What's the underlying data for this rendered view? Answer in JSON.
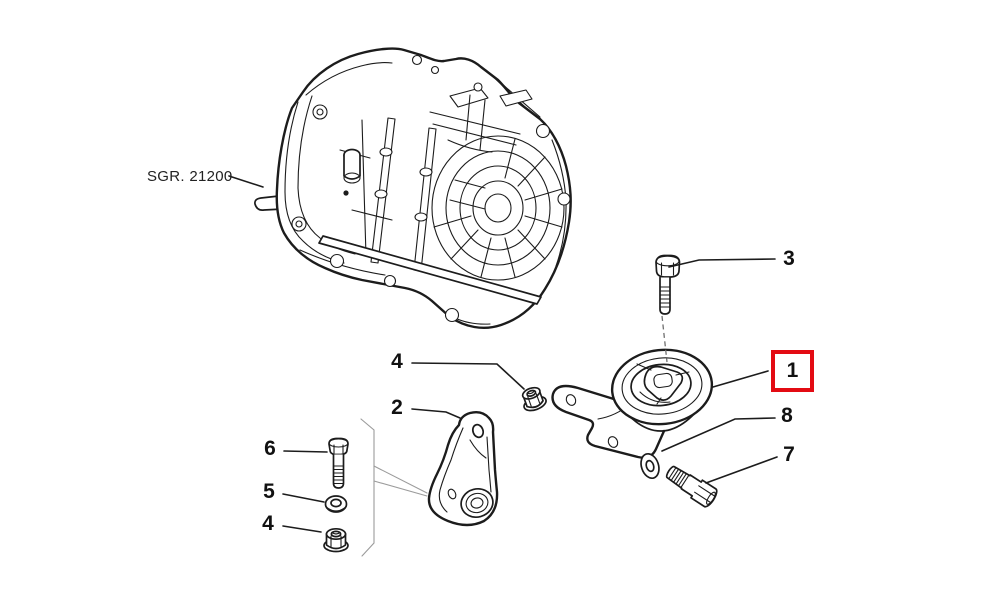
{
  "page": {
    "background": "#ffffff"
  },
  "diagram": {
    "group_label": "SGR. 21200",
    "line_color": "#1c1c1c",
    "guide_line_color": "#9b9b9b",
    "highlight_color": "#e30b13",
    "number_color": "#111111"
  },
  "callouts": {
    "c1": {
      "number": "1",
      "part": "engine-mount",
      "highlighted": true
    },
    "c2": {
      "number": "2",
      "part": "support-bracket",
      "highlighted": false
    },
    "c3": {
      "number": "3",
      "part": "hex-flange-bolt",
      "highlighted": false
    },
    "c4a": {
      "number": "4",
      "part": "flange-nut",
      "highlighted": false
    },
    "c4b": {
      "number": "4",
      "part": "flange-nut",
      "highlighted": false
    },
    "c5": {
      "number": "5",
      "part": "washer",
      "highlighted": false
    },
    "c6": {
      "number": "6",
      "part": "hex-bolt",
      "highlighted": false
    },
    "c7": {
      "number": "7",
      "part": "hex-bolt",
      "highlighted": false
    },
    "c8": {
      "number": "8",
      "part": "washer",
      "highlighted": false
    }
  }
}
